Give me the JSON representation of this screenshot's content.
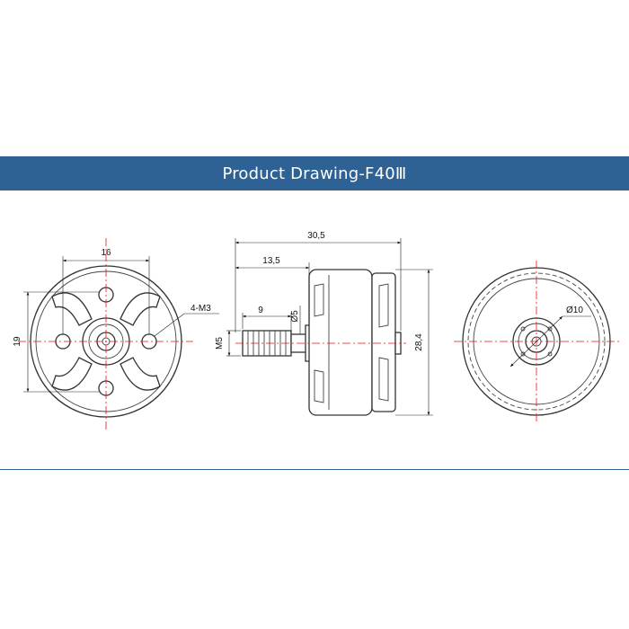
{
  "header": {
    "title": "Product Drawing-F40Ⅲ"
  },
  "colors": {
    "banner": "#2e6194",
    "centerline": "#e11111",
    "outline": "#333333"
  },
  "front_view": {
    "width_dim": "16",
    "height_dim": "19",
    "hole_callout": "4-M3"
  },
  "side_view": {
    "overall_length": "30,5",
    "shaft_length": "13,5",
    "thread_length": "9",
    "shaft_diameter": "Ø5",
    "thread_size": "M5",
    "body_height": "28,4"
  },
  "rear_view": {
    "hub_diameter": "Ø10"
  }
}
